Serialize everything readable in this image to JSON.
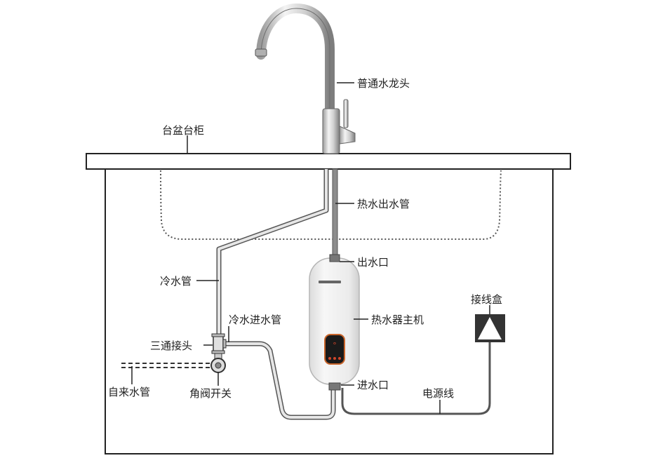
{
  "labels": {
    "faucet": "普通水龙头",
    "countertop": "台盆台柜",
    "hot_outlet_pipe": "热水出水管",
    "outlet": "出水口",
    "junction_box": "接线盒",
    "cold_pipe": "冷水管",
    "cold_inlet_pipe": "冷水进水管",
    "heater_unit": "热水器主机",
    "tee_joint": "三通接头",
    "tap_water_pipe": "自来水管",
    "angle_valve": "角阀开关",
    "inlet": "进水口",
    "power_cord": "电源线"
  },
  "colors": {
    "line": "#222222",
    "pipe_fill": "#d9d9d9",
    "pipe_outline": "#555555",
    "hot_pipe": "#8c8c8c",
    "heater_body": "#f2f2f2",
    "display": "#1a1a1a",
    "display_ring": "#c8642a"
  }
}
